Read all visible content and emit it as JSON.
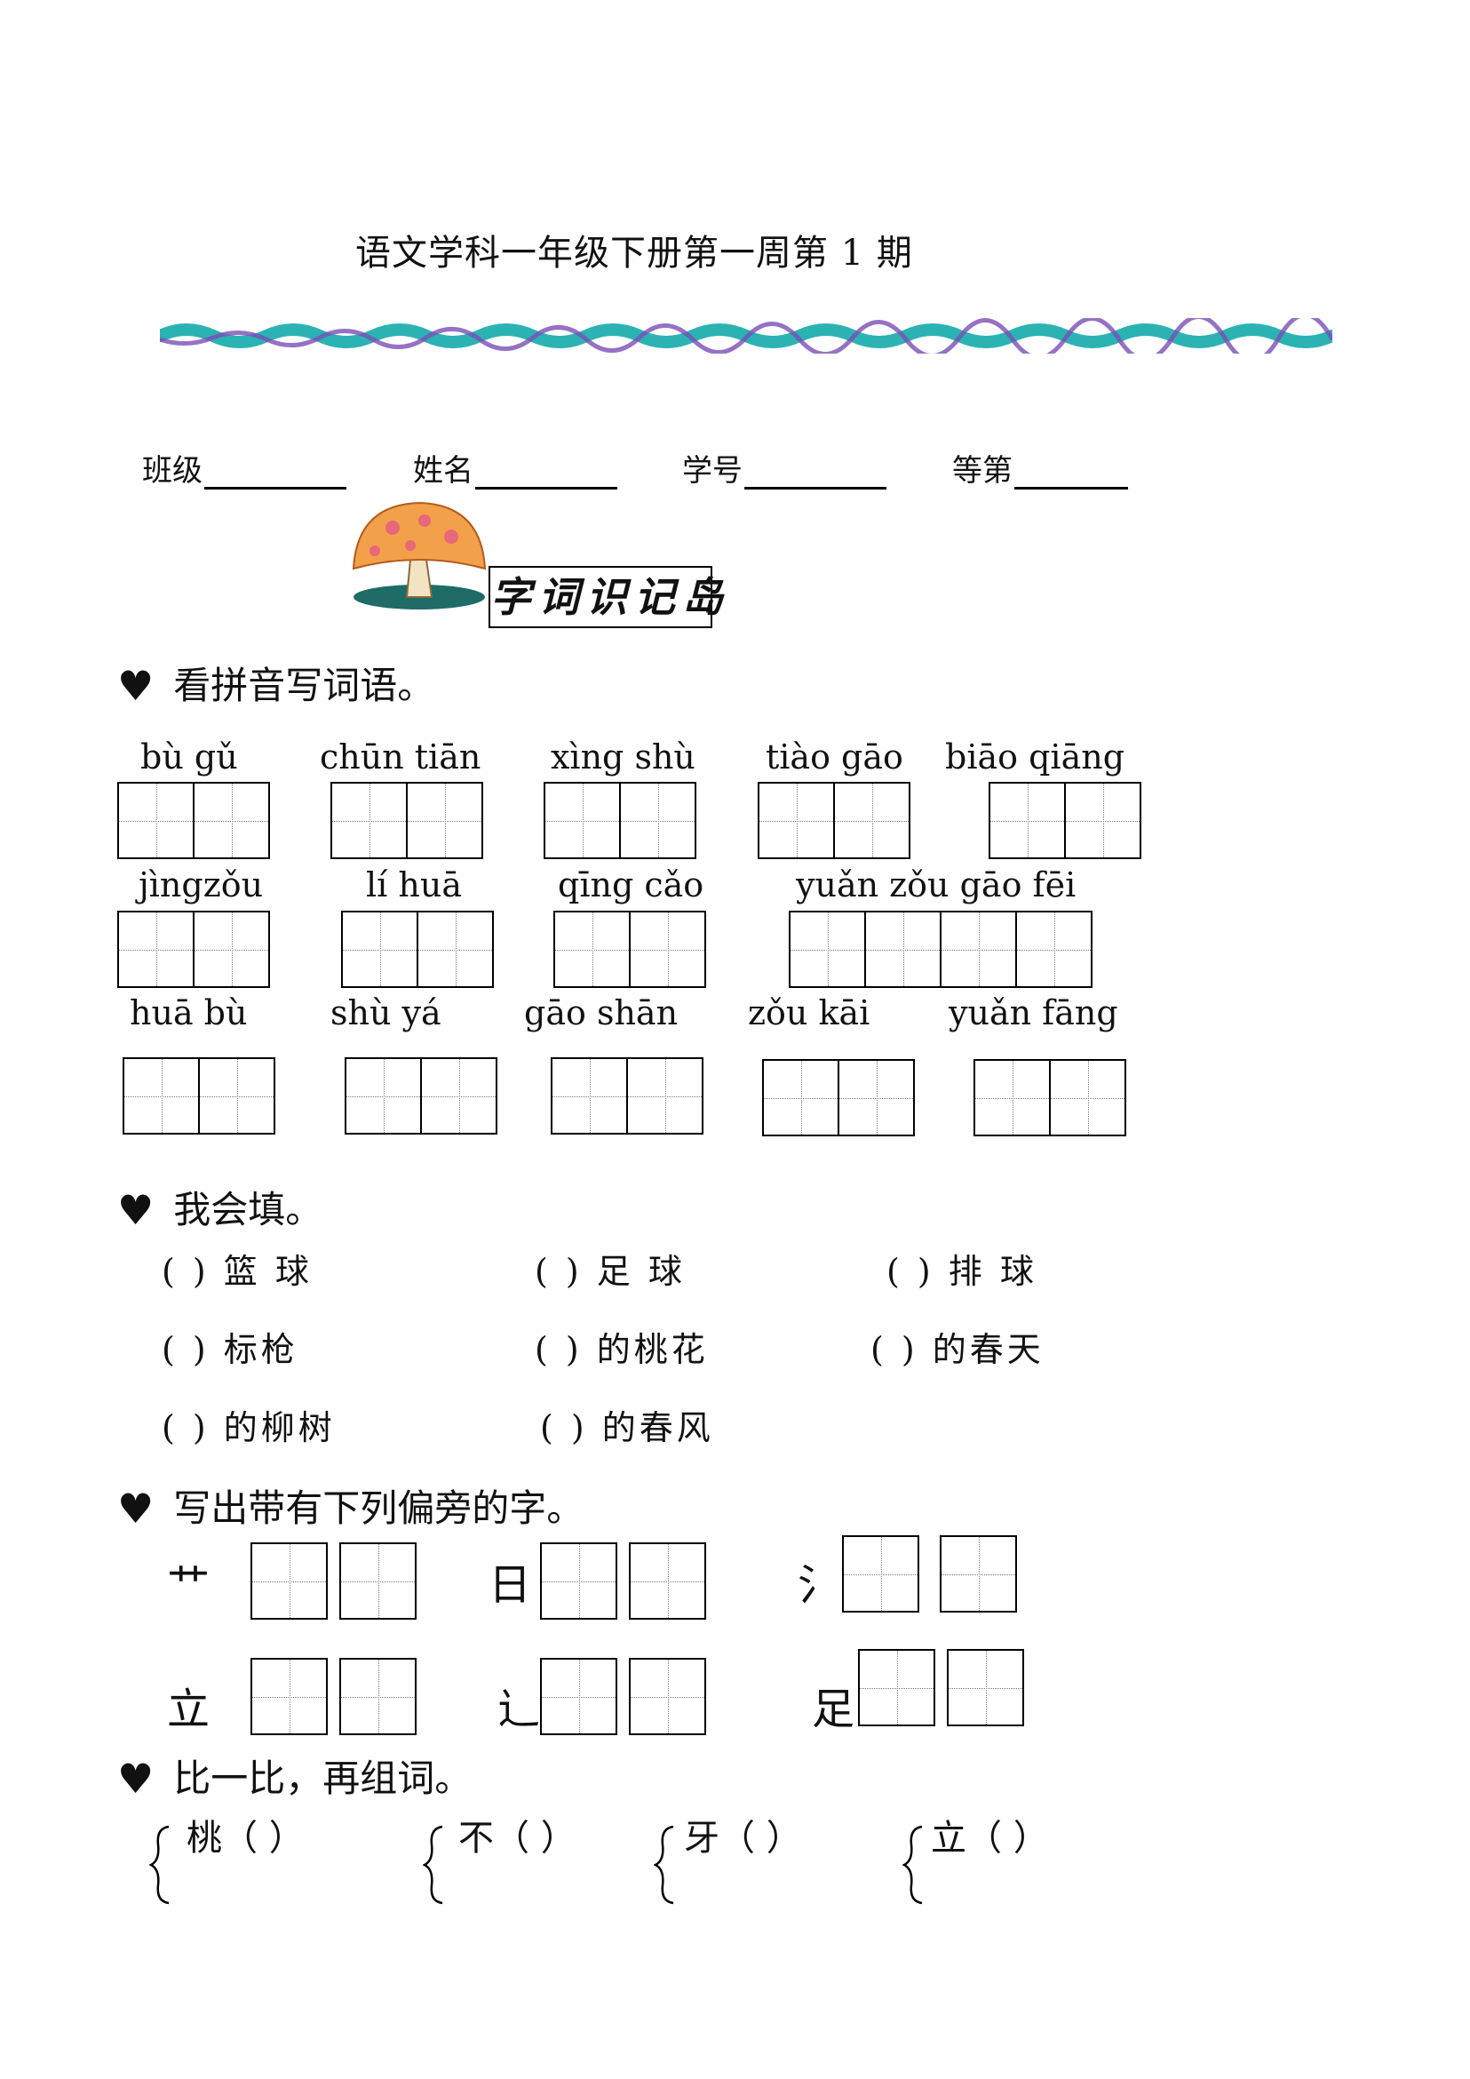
{
  "title": "语文学科一年级下册第一周第 1 期",
  "info": {
    "class_label": "班级",
    "name_label": "姓名",
    "number_label": "学号",
    "grade_label": "等第"
  },
  "banner": "字词识记岛",
  "sections": {
    "pinyin_heading": "看拼音写词语。",
    "fill_heading": "我会填。",
    "radical_heading": "写出带有下列偏旁的字。",
    "compare_heading": "比一比，再组词。"
  },
  "pinyin": [
    "bù  gǔ",
    "chūn tiān",
    "xìng  shù",
    "tiào  gāo",
    "biāo qiāng",
    "jìngzǒu",
    "lí  huā",
    "qīng  cǎo",
    "yuǎn zǒu  gāo fēi",
    "huā  bù",
    "shù  yá",
    "gāo shān",
    "zǒu kāi",
    "yuǎn fāng"
  ],
  "fill": [
    "(      ) 篮 球",
    "(      ) 足 球",
    "(      ) 排 球",
    "(     ) 标枪",
    "(     ) 的桃花",
    "(     ) 的春天",
    "(     ) 的柳树",
    "(     ) 的春风"
  ],
  "radicals": [
    "艹",
    "日",
    "氵",
    "立",
    "辶",
    "足"
  ],
  "compare": [
    "桃（    ）",
    "不（    ）",
    "牙（    ）",
    "立（    ）"
  ]
}
